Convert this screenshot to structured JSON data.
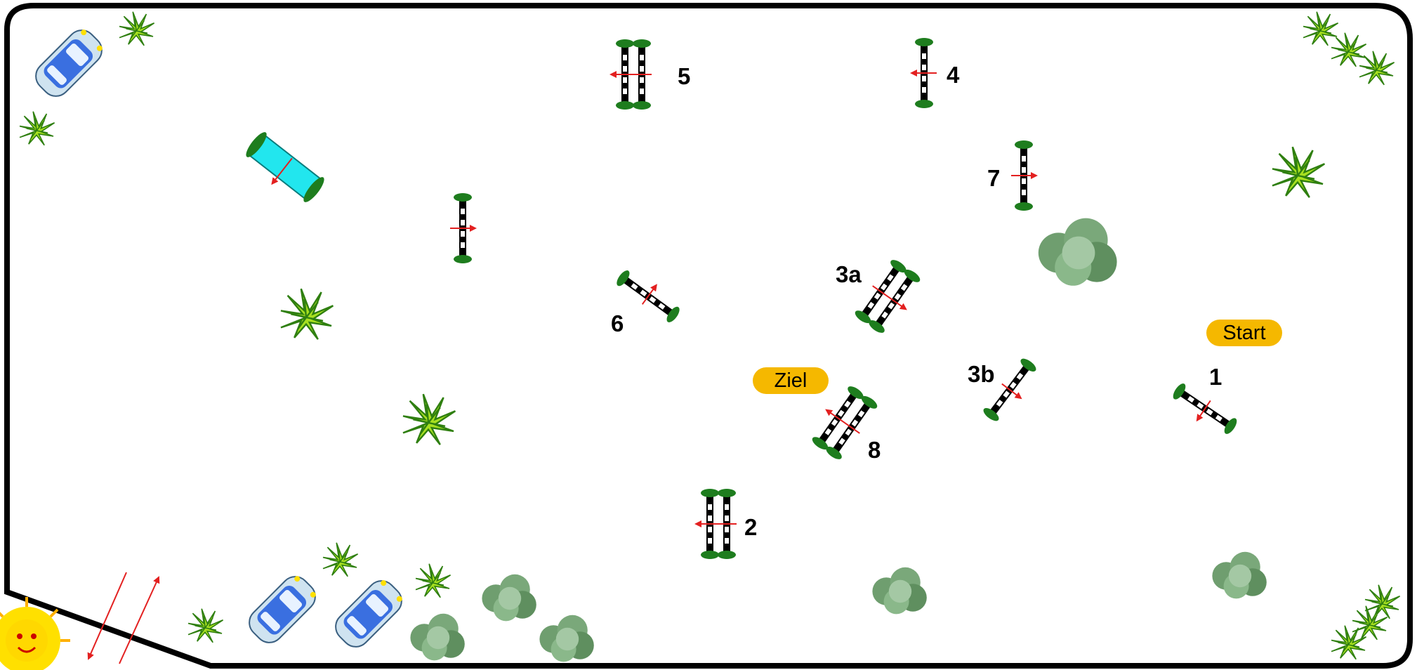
{
  "course": {
    "start_label": "Start",
    "finish_label": "Ziel",
    "numbers": {
      "n1": "1",
      "n2": "2",
      "n3a": "3a",
      "n3b": "3b",
      "n4": "4",
      "n5": "5",
      "n6": "6",
      "n7": "7",
      "n8": "8"
    }
  },
  "colors": {
    "border": "#000000",
    "pill": "#f5b800",
    "arrow": "#e32020",
    "fence_foot": "#1e7d1e",
    "water": "#22e6ee",
    "car_body": "#3a6fe0",
    "bush": "#6f9e6f",
    "plant": "#a8e020",
    "sun": "#ffe000"
  },
  "icons": [
    "car-icon",
    "plant-icon",
    "bush-icon",
    "sun-icon",
    "arrow-icon",
    "jump-fence-icon",
    "water-jump-icon"
  ]
}
